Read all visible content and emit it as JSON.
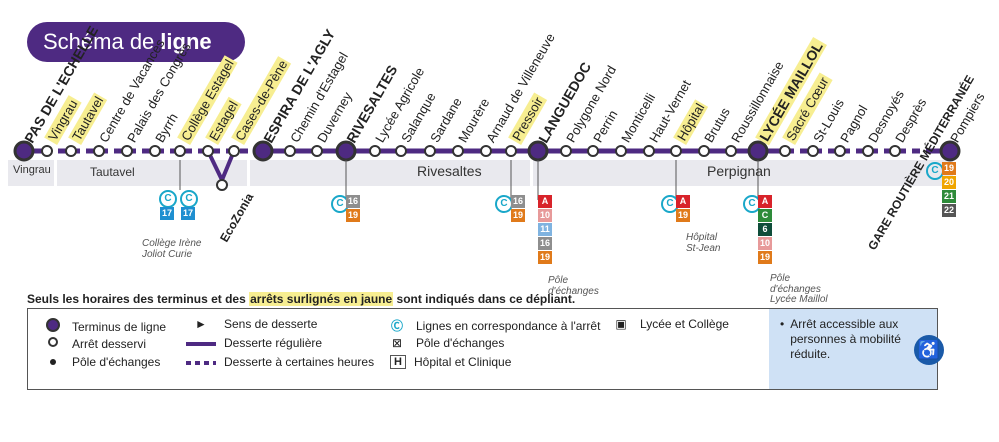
{
  "title": {
    "part1": "Schéma de",
    "part2": "ligne"
  },
  "stops": [
    {
      "name": "PAS DE L'ECHELLE",
      "big": true,
      "hl": false
    },
    {
      "name": "Vingrau",
      "big": false,
      "hl": true
    },
    {
      "name": "Tautavel",
      "big": false,
      "hl": true
    },
    {
      "name": "Centre de Vacances",
      "big": false,
      "hl": false
    },
    {
      "name": "Palais des Congrès",
      "big": false,
      "hl": false
    },
    {
      "name": "Byrrh",
      "big": false,
      "hl": false
    },
    {
      "name": "Collège Estagel",
      "big": false,
      "hl": true
    },
    {
      "name": "Estagel",
      "big": false,
      "hl": true
    },
    {
      "name": "Cases-de-Pène",
      "big": false,
      "hl": true
    },
    {
      "name": "ESPIRA DE L'AGLY",
      "big": true,
      "hl": false
    },
    {
      "name": "Chemin d'Estagel",
      "big": false,
      "hl": false
    },
    {
      "name": "Duverney",
      "big": false,
      "hl": false
    },
    {
      "name": "RIVESALTES",
      "big": true,
      "hl": false
    },
    {
      "name": "Lycée Agricole",
      "big": false,
      "hl": false
    },
    {
      "name": "Salanque",
      "big": false,
      "hl": false
    },
    {
      "name": "Sardane",
      "big": false,
      "hl": false
    },
    {
      "name": "Mourère",
      "big": false,
      "hl": false
    },
    {
      "name": "Arnaud de Villeneuve",
      "big": false,
      "hl": false
    },
    {
      "name": "Pressoir",
      "big": false,
      "hl": true
    },
    {
      "name": "LANGUEDOC",
      "big": true,
      "hl": false
    },
    {
      "name": "Polygone Nord",
      "big": false,
      "hl": false
    },
    {
      "name": "Perrin",
      "big": false,
      "hl": false
    },
    {
      "name": "Monticelli",
      "big": false,
      "hl": false
    },
    {
      "name": "Haut-Vernet",
      "big": false,
      "hl": false
    },
    {
      "name": "Hôpital",
      "big": false,
      "hl": true
    },
    {
      "name": "Brutus",
      "big": false,
      "hl": false
    },
    {
      "name": "Roussillonnaise",
      "big": false,
      "hl": false
    },
    {
      "name": "LYCÉE MAILLOL",
      "big": true,
      "hl": true
    },
    {
      "name": "Sacré Cœur",
      "big": false,
      "hl": true
    },
    {
      "name": "St-Louis",
      "big": false,
      "hl": false
    },
    {
      "name": "Pagnol",
      "big": false,
      "hl": false
    },
    {
      "name": "Desnoyés",
      "big": false,
      "hl": false
    },
    {
      "name": "Desprès",
      "big": false,
      "hl": false
    },
    {
      "name": "Pompiers",
      "big": false,
      "hl": false
    }
  ],
  "zones": {
    "vingrau": "Vingrau",
    "tautavel": "Tautavel",
    "rivesaltes": "Rivesaltes",
    "perpignan": "Perpignan"
  },
  "terminus_end": "GARE ROUTIÈRE MÉDITERRANÉE",
  "branch_stop": "EcoZonia",
  "correspondences": {
    "college": {
      "lines": [
        "17"
      ],
      "label": "Collège Irène Joliot Curie"
    },
    "estagel": {
      "lines": [
        "17"
      ]
    },
    "rivesaltes": {
      "lines": [
        "16",
        "19"
      ]
    },
    "pressoir": {
      "lines": [
        "16",
        "19"
      ]
    },
    "languedoc": {
      "lines": [
        "A",
        "10",
        "11",
        "16",
        "19"
      ],
      "label": "Pôle d'échanges"
    },
    "hopital": {
      "lines": [
        "A",
        "19"
      ],
      "label": "Hôpital St-Jean"
    },
    "maillol": {
      "lines": [
        "A",
        "C",
        "6",
        "10",
        "19"
      ],
      "label1": "Pôle d'échanges",
      "label2": "Lycée Maillol"
    },
    "gare": {
      "lines": [
        "19",
        "20",
        "21",
        "22"
      ]
    }
  },
  "line_colors": {
    "A": "#d8232a",
    "C": "#2e8b3a",
    "6": "#0f4d3a",
    "10": "#e79a9a",
    "11": "#7fb3e0",
    "16": "#8e8e8e",
    "17": "#1f8fd0",
    "19": "#e07a1a",
    "20": "#f0a500",
    "21": "#2e8b3a",
    "22": "#555555"
  },
  "colors": {
    "line": "#4e2a82",
    "bg_band": "#e9e9ee",
    "highlight": "#f7ee91",
    "corresp": "#19a7c9"
  },
  "note": {
    "part1": "Seuls les horaires des terminus et des",
    "hl": "arrêts surlignés en jaune",
    "part2": "sont indiqués dans ce dépliant."
  },
  "legend": {
    "terminus": "Terminus de ligne",
    "desservi": "Arrêt desservi",
    "pole": "Pôle d'échanges",
    "sens": "Sens de desserte",
    "reguliere": "Desserte régulière",
    "certaines": "Desserte à certaines heures",
    "correspondance": "Lignes en correspondance à l'arrêt",
    "pole_echanges": "Pôle d'échanges",
    "hopital": "Hôpital et Clinique",
    "lycee": "Lycée et Collège",
    "accessible": "Arrêt accessible aux personnes à mobilité réduite."
  }
}
